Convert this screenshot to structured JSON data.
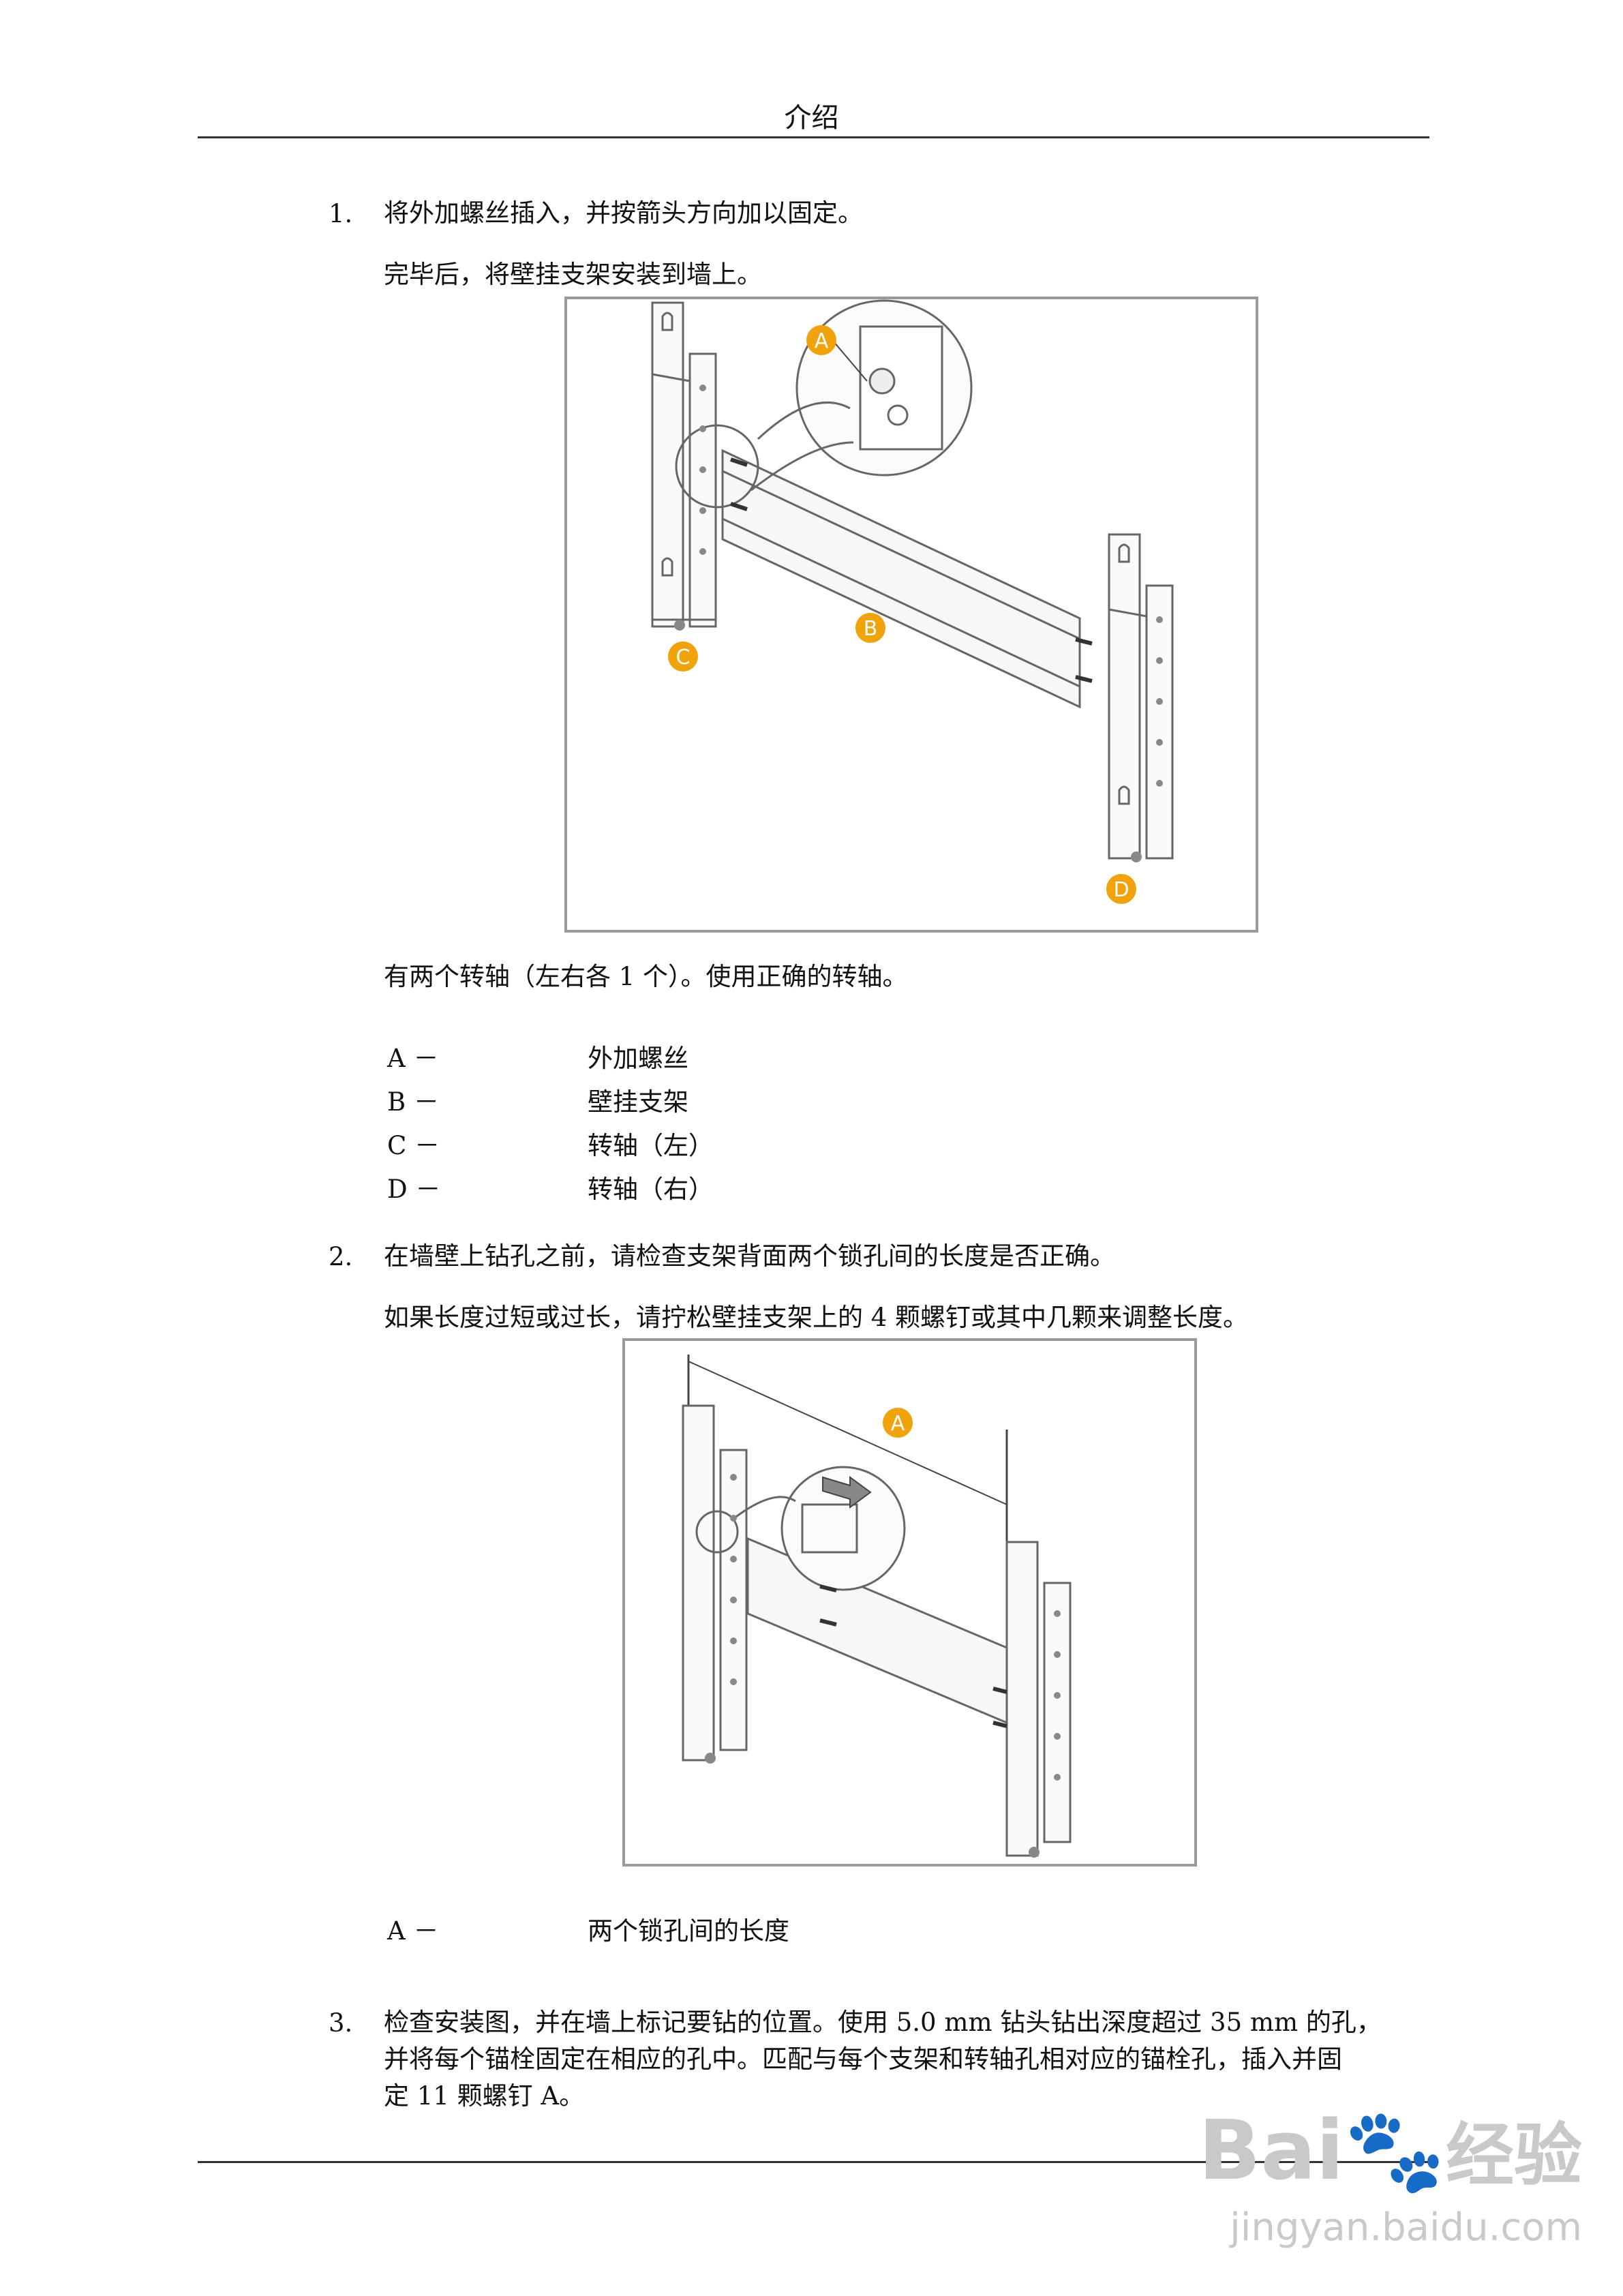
{
  "header": {
    "title": "介绍"
  },
  "step1": {
    "number": "1.",
    "line1": "将外加螺丝插入，并按箭头方向加以固定。",
    "line2": "完毕后，将壁挂支架安装到墙上。",
    "note": "有两个转轴（左右各 1 个）。使用正确的转轴。",
    "legend": [
      {
        "key": "A －",
        "value": "外加螺丝"
      },
      {
        "key": "B －",
        "value": "壁挂支架"
      },
      {
        "key": "C －",
        "value": "转轴（左）"
      },
      {
        "key": "D －",
        "value": "转轴（右）"
      }
    ],
    "callouts": {
      "a": "A",
      "b": "B",
      "c": "C",
      "d": "D"
    }
  },
  "step2": {
    "number": "2.",
    "line1": "在墙壁上钻孔之前，请检查支架背面两个锁孔间的长度是否正确。",
    "line2": "如果长度过短或过长，请拧松壁挂支架上的 4 颗螺钉或其中几颗来调整长度。",
    "legend": [
      {
        "key": "A －",
        "value": "两个锁孔间的长度"
      }
    ],
    "callouts": {
      "a": "A"
    }
  },
  "step3": {
    "number": "3.",
    "line1": "检查安装图，并在墙上标记要钻的位置。使用 5.0 mm 钻头钻出深度超过 35 mm 的孔，",
    "line2": "并将每个锚栓固定在相应的孔中。匹配与每个支架和转轴孔相对应的锚栓孔，插入并固",
    "line3": "定 11 颗螺钉 A。"
  },
  "watermark": {
    "brand": "Bai",
    "brand_cn": "经验",
    "url": "jingyan.baidu.com"
  }
}
